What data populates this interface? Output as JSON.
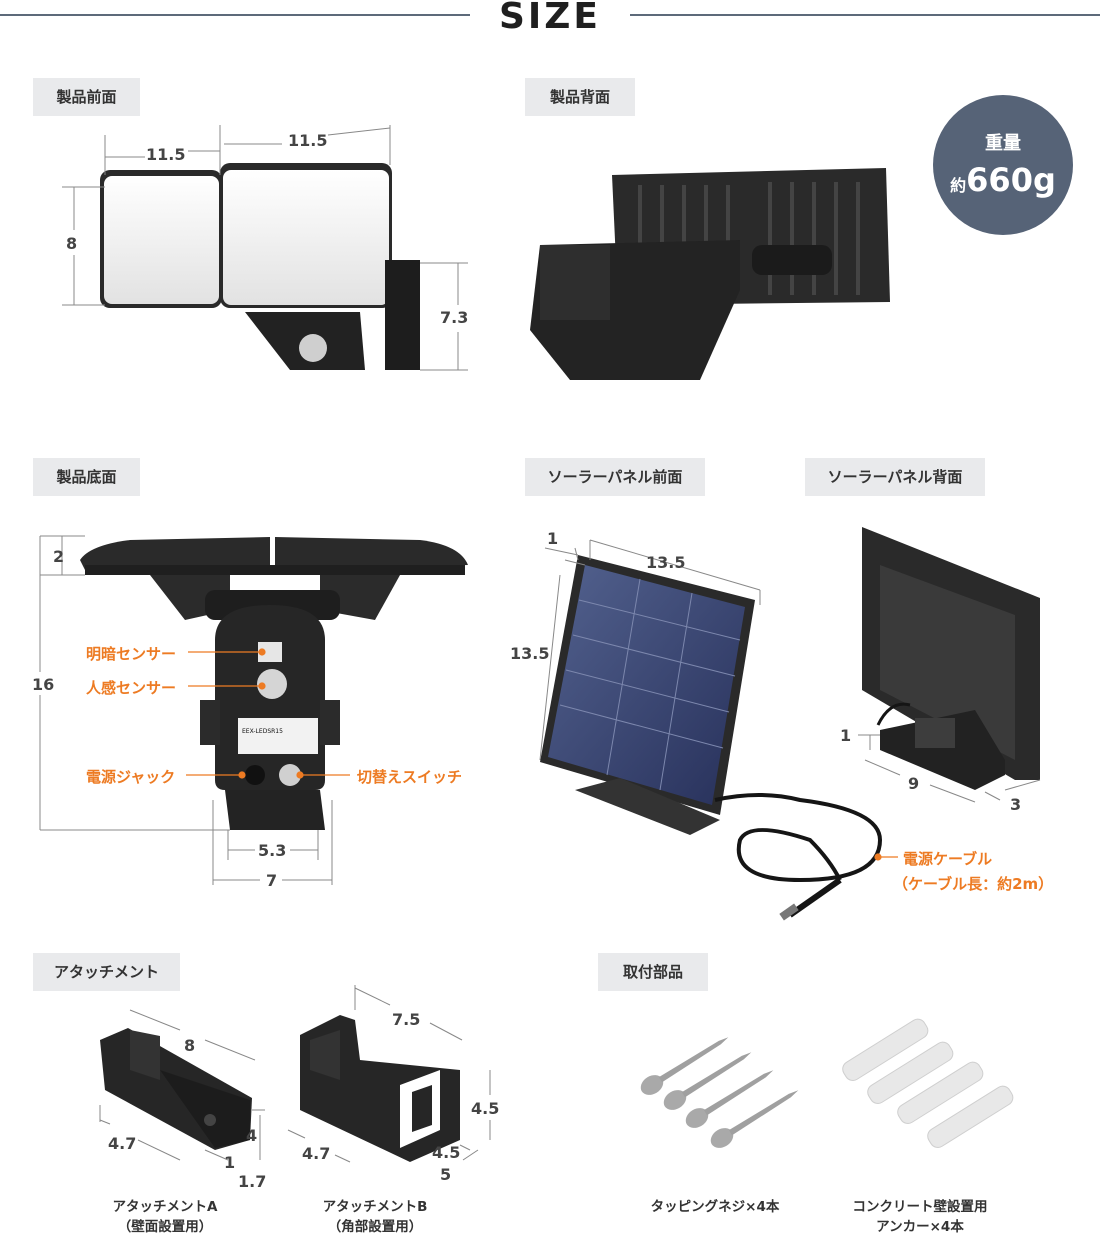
{
  "title": "SIZE",
  "sections": {
    "front": "製品前面",
    "back": "製品背面",
    "bottom": "製品底面",
    "panel_front": "ソーラーパネル前面",
    "panel_back": "ソーラーパネル背面",
    "attachment": "アタッチメント",
    "parts": "取付部品"
  },
  "weight": {
    "label": "重量",
    "prefix": "約",
    "value": "660g"
  },
  "dims": {
    "front_w1": "11.5",
    "front_w2": "11.5",
    "front_h": "8",
    "front_d": "7.3",
    "bottom_top": "2",
    "bottom_h": "16",
    "bottom_w1": "5.3",
    "bottom_w2": "7",
    "pf_thick": "1",
    "pf_w": "13.5",
    "pf_h": "13.5",
    "pb_h": "1",
    "pb_w": "9",
    "pb_d": "3",
    "aa_w": "8",
    "aa_d": "4.7",
    "aa_h": "4",
    "aa_t": "1",
    "aa_b": "1.7",
    "ab_w": "7.5",
    "ab_h": "4.5",
    "ab_d": "4.7",
    "ab_i": "4.5",
    "ab_b": "5"
  },
  "callouts": {
    "light_sensor": "明暗センサー",
    "motion_sensor": "人感センサー",
    "power_jack": "電源ジャック",
    "switch": "切替えスイッチ",
    "cable": "電源ケーブル",
    "cable_len": "（ケーブル長：約2m）"
  },
  "captions": {
    "att_a_1": "アタッチメントA",
    "att_a_2": "（壁面設置用）",
    "att_b_1": "アタッチメントB",
    "att_b_2": "（角部設置用）",
    "screws": "タッピングネジ×4本",
    "anchor_1": "コンクリート壁設置用",
    "anchor_2": "アンカー×4本"
  },
  "label_text": "EEX-LEDSR15",
  "colors": {
    "accent": "#ed7b23",
    "header_line": "#5d6a7a",
    "badge": "#566377",
    "tag_bg": "#e9eaec"
  }
}
